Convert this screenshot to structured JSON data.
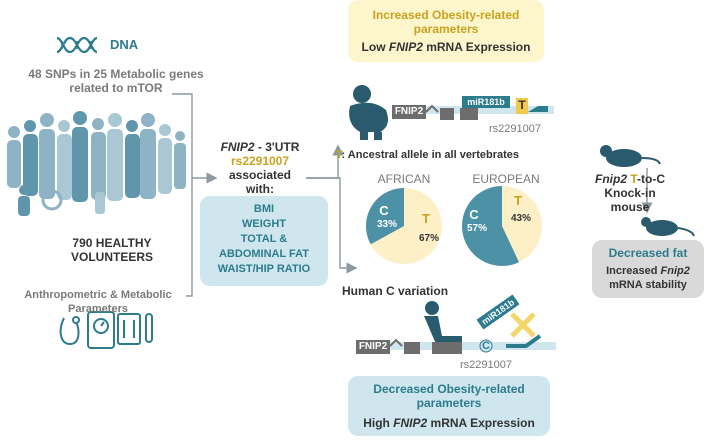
{
  "colors": {
    "teal": "#2c7c8e",
    "gold": "#d9b21e",
    "box_yellow": "#fdf6cc",
    "box_blue": "#cfe6ee",
    "box_gray": "#d9d9d9",
    "people": "#8db3c4",
    "pie_teal": "#4d91a6",
    "pie_cream": "#fdefc6"
  },
  "dna": {
    "label": "DNA",
    "icon": "dna-icon"
  },
  "snps": {
    "line1": "48 SNPs in 25 Metabolic genes",
    "line2": "related to mTOR"
  },
  "volunteers": {
    "line1": "790 HEALTHY",
    "line2": "VOLUNTEERS"
  },
  "anthropometric": {
    "line1": "Anthropometric & Metabolic",
    "line2": "Parameters"
  },
  "fnip2_box": {
    "gene": "FNIP2",
    "suffix": " - 3'UTR",
    "snp": "rs2291007",
    "line3": "associated",
    "line4": "with:"
  },
  "traits": [
    "BMI",
    "WEIGHT",
    "TOTAL &",
    "ABDOMINAL FAT",
    "WAIST/HIP RATIO"
  ],
  "top_box": {
    "line1": "Increased Obesity-related",
    "line2": "parameters",
    "line3_pre": "Low ",
    "line3_gene": "FNIP2",
    "line3_post": " mRNA Expression"
  },
  "top_gene": {
    "gene_label": "FNIP2",
    "mirna": "miR181b",
    "allele": "T",
    "snp": "rs2291007"
  },
  "ancestral": {
    "allele": "T",
    "text": ": Ancestral allele in all vertebrates"
  },
  "african": {
    "label": "AFRICAN",
    "c_label": "C",
    "c_pct": "33%",
    "t_label": "T",
    "t_pct": "67%",
    "c_value": 33,
    "t_value": 67
  },
  "european": {
    "label": "EUROPEAN",
    "c_label": "C",
    "c_pct": "57%",
    "t_label": "T",
    "t_pct": "43%",
    "c_value": 57,
    "t_value": 43
  },
  "human_c": "Human C variation",
  "bottom_gene": {
    "gene_label": "FNIP2",
    "mirna": "miR181b",
    "allele": "C",
    "snp": "rs2291007"
  },
  "bottom_box": {
    "line1": "Decreased Obesity-related",
    "line2": "parameters",
    "line3_pre": "High ",
    "line3_gene": "FNIP2",
    "line3_post": " mRNA Expression"
  },
  "mouse": {
    "gene": "Fnip2",
    "t": " T",
    "rest": "-to-C",
    "line2": "Knock-in",
    "line3": "mouse"
  },
  "right_box": {
    "line1": "Decreased fat",
    "line2_pre": "Increased ",
    "line2_gene": "Fnip2",
    "line3": "mRNA stability"
  }
}
